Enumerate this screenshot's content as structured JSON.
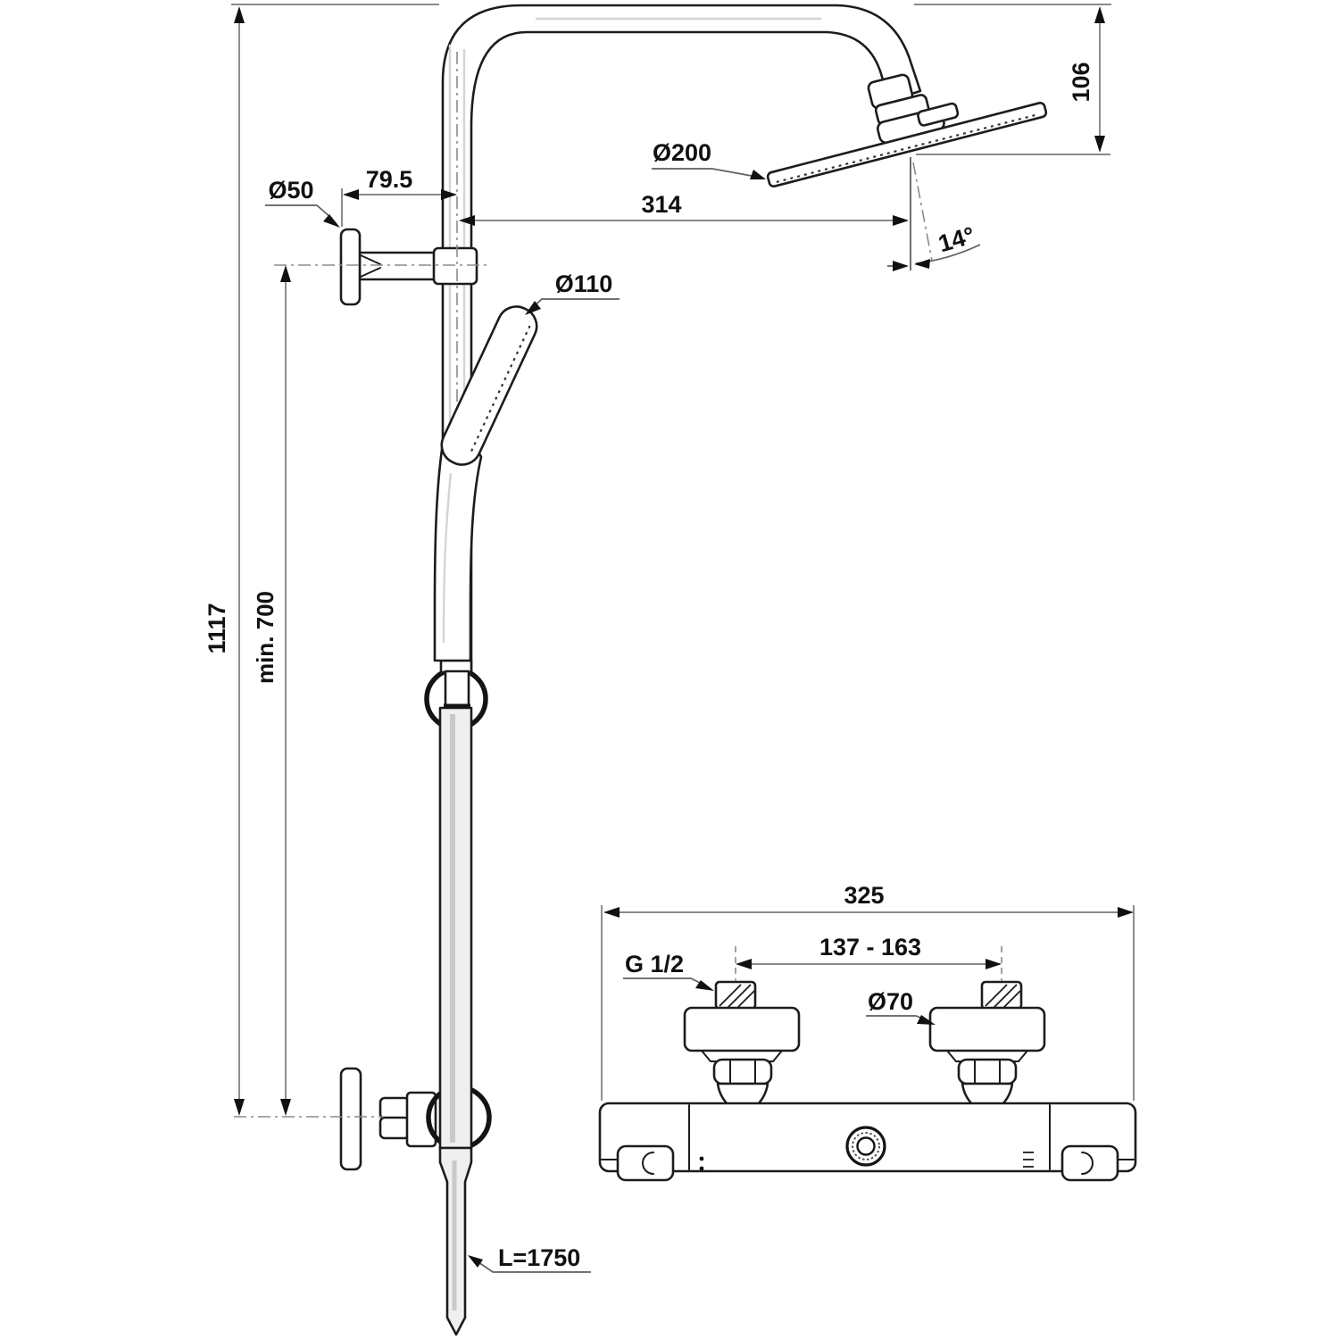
{
  "title": "Shower system dimensional drawing",
  "figure_left": {
    "dims": {
      "overall_height": "1117",
      "min_height": "min. 700",
      "bracket_offset": "79.5",
      "bracket_diameter": "Ø50",
      "head_diameter": "Ø200",
      "head_reach": "314",
      "head_drop": "106",
      "head_angle": "14°",
      "handspray_diameter": "Ø110",
      "hose_length": "L=1750"
    }
  },
  "figure_right": {
    "dims": {
      "body_width": "325",
      "connection_span": "137 - 163",
      "thread": "G 1/2",
      "escutcheon_diameter": "Ø70"
    }
  },
  "colors": {
    "line": "#1c1c1c",
    "dimension": "#7a7a7a",
    "background": "#ffffff"
  }
}
